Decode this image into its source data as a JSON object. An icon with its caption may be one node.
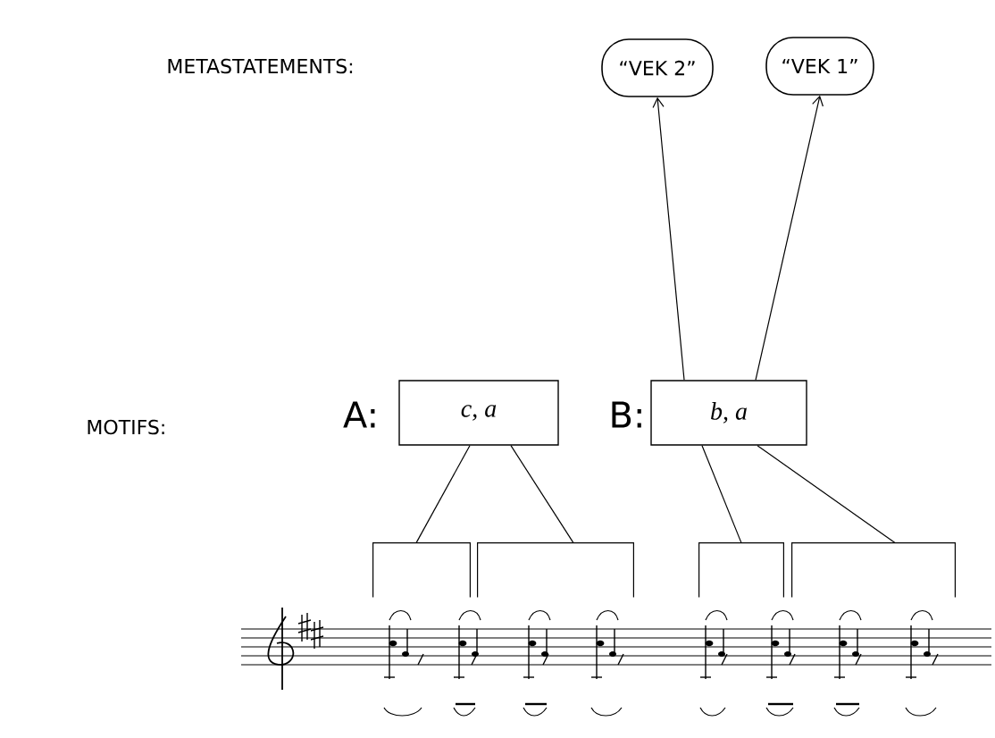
{
  "diagram": {
    "nodes": [
      {
        "text": [
          "“VEK 2”"
        ]
      },
      {
        "text": [
          "“VEK 1”"
        ]
      },
      {
        "text": [
          "c,  a"
        ],
        "beside": [
          "A:"
        ]
      },
      {
        "text": [
          "b,  a"
        ],
        "beside": [
          "B:"
        ]
      },
      {
        "text": [],
        "shape": "bracket"
      },
      {
        "text": [],
        "shape": "bracket"
      },
      {
        "text": [],
        "shape": "bracket"
      },
      {
        "text": [],
        "shape": "bracket"
      }
    ],
    "edges": [
      {
        "from": 3,
        "to": 0,
        "arrow": "to"
      },
      {
        "from": 3,
        "to": 1,
        "arrow": "to"
      },
      {
        "from": 2,
        "to": 4,
        "arrow": "none"
      },
      {
        "from": 2,
        "to": 5,
        "arrow": "none"
      },
      {
        "from": 3,
        "to": 6,
        "arrow": "none"
      },
      {
        "from": 3,
        "to": 7,
        "arrow": "none"
      }
    ],
    "labels": [
      "METASTATEMENTS:",
      "MOTIFS:"
    ]
  }
}
